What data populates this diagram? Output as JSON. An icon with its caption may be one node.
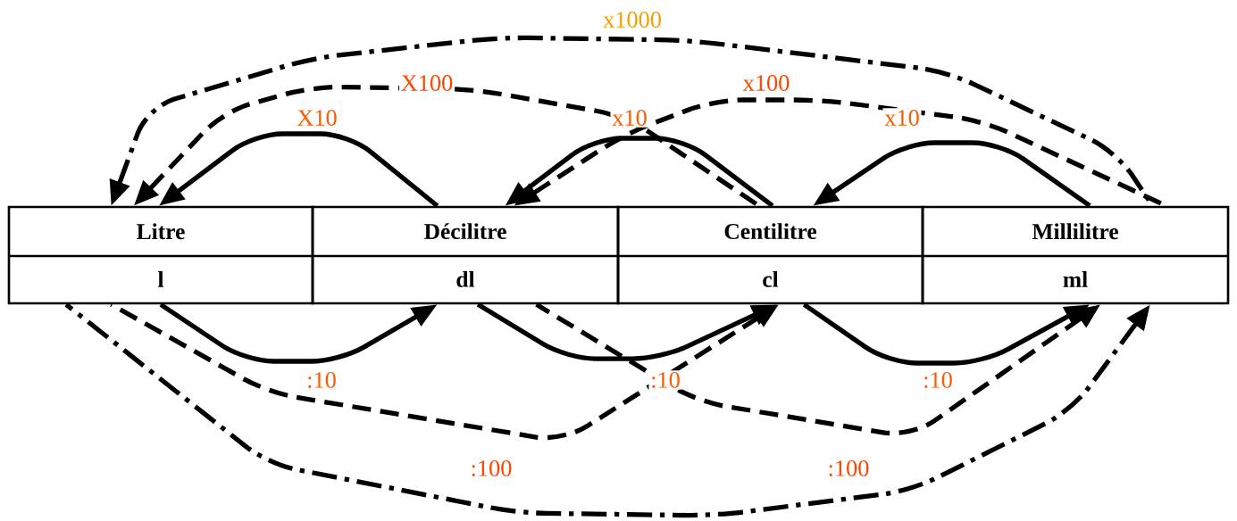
{
  "diagram": {
    "nodes": [
      {
        "text": [
          "Litre",
          "l"
        ]
      },
      {
        "text": [
          "Décilitre",
          "dl"
        ]
      },
      {
        "text": [
          "Centilitre",
          "cl"
        ]
      },
      {
        "text": [
          "Millilitre",
          "ml"
        ]
      }
    ],
    "edges": [
      {
        "from": 1,
        "to": 0,
        "arrow": "to",
        "label": "X10"
      },
      {
        "from": 2,
        "to": 1,
        "arrow": "to",
        "label": "x10"
      },
      {
        "from": 3,
        "to": 2,
        "arrow": "to",
        "label": "x10"
      },
      {
        "from": 2,
        "to": 0,
        "arrow": "to",
        "label": "X100",
        "style": "dashed"
      },
      {
        "from": 3,
        "to": 1,
        "arrow": "to",
        "label": "x100",
        "style": "dashed"
      },
      {
        "from": 3,
        "to": 0,
        "arrow": "to",
        "label": "x1000",
        "style": "dashed"
      },
      {
        "from": 0,
        "to": 1,
        "arrow": "to",
        "label": ":10"
      },
      {
        "from": 1,
        "to": 2,
        "arrow": "to",
        "label": ":10"
      },
      {
        "from": 2,
        "to": 3,
        "arrow": "to",
        "label": ":10"
      },
      {
        "from": 0,
        "to": 2,
        "arrow": "to",
        "label": ":100",
        "style": "dashed"
      },
      {
        "from": 1,
        "to": 3,
        "arrow": "to",
        "label": ":100",
        "style": "dashed"
      },
      {
        "from": 0,
        "to": 3,
        "arrow": "to",
        "style": "dashed"
      }
    ]
  }
}
